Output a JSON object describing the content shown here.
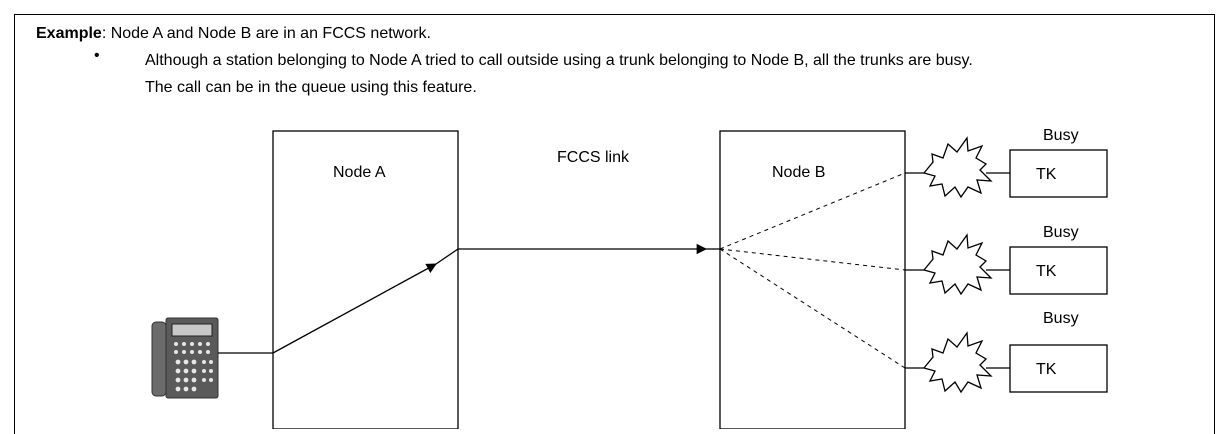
{
  "example": {
    "label": "Example",
    "text": ": Node A and Node B are in an FCCS network."
  },
  "bullet": {
    "symbol": "•",
    "line1": "Although a station belonging to Node A tried to call outside using a trunk belonging to Node B, all the trunks are busy.",
    "line2": "The call can be in the queue using this feature."
  },
  "diagram": {
    "node_a_label": "Node A",
    "node_b_label": "Node B",
    "link_label": "FCCS link",
    "trunks": [
      {
        "status": "Busy",
        "label": "TK"
      },
      {
        "status": "Busy",
        "label": "TK"
      },
      {
        "status": "Busy",
        "label": "TK"
      }
    ],
    "station_icon": "telephone-icon",
    "busy_icon": "burst-icon"
  }
}
